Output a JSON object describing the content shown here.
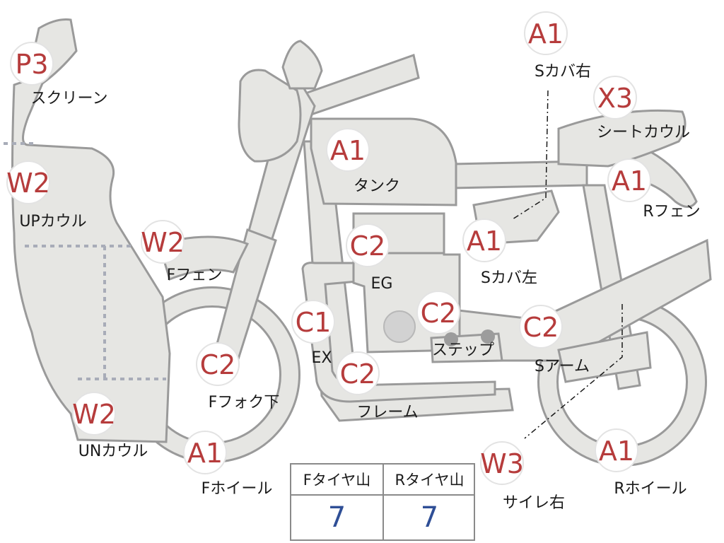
{
  "parts": [
    {
      "id": "screen",
      "grade": "P3",
      "label": "スクリーン"
    },
    {
      "id": "upcowl",
      "grade": "W2",
      "label": "UPカウル"
    },
    {
      "id": "unicowl",
      "grade": "W2",
      "label": "UNカウル"
    },
    {
      "id": "ffender",
      "grade": "W2",
      "label": "Fフェン"
    },
    {
      "id": "ffork",
      "grade": "C2",
      "label": "Fフォク下"
    },
    {
      "id": "fwheel",
      "grade": "A1",
      "label": "Fホイール"
    },
    {
      "id": "tank",
      "grade": "A1",
      "label": "タンク"
    },
    {
      "id": "engine",
      "grade": "C2",
      "label": "EG"
    },
    {
      "id": "exhaust",
      "grade": "C1",
      "label": "EX"
    },
    {
      "id": "frame",
      "grade": "C2",
      "label": "フレーム"
    },
    {
      "id": "step",
      "grade": "C2",
      "label": "ステップ"
    },
    {
      "id": "scover_left",
      "grade": "A1",
      "label": "Sカバ左"
    },
    {
      "id": "scover_right",
      "grade": "A1",
      "label": "Sカバ右"
    },
    {
      "id": "seatcowl",
      "grade": "X3",
      "label": "シートカウル"
    },
    {
      "id": "rfender",
      "grade": "A1",
      "label": "Rフェン"
    },
    {
      "id": "swingarm",
      "grade": "C2",
      "label": "Sアーム"
    },
    {
      "id": "silencer_right",
      "grade": "W3",
      "label": "サイレ右"
    },
    {
      "id": "rwheel",
      "grade": "A1",
      "label": "Rホイール"
    }
  ],
  "tire_table": {
    "front_header": "Fタイヤ山",
    "front_value": "7",
    "rear_header": "Rタイヤ山",
    "rear_value": "7"
  },
  "colors": {
    "grade_text": "#b63c3c",
    "part_fill": "#e6e6e3",
    "part_outline": "#9a9a9a",
    "tire_value_text": "#2f4f96"
  }
}
